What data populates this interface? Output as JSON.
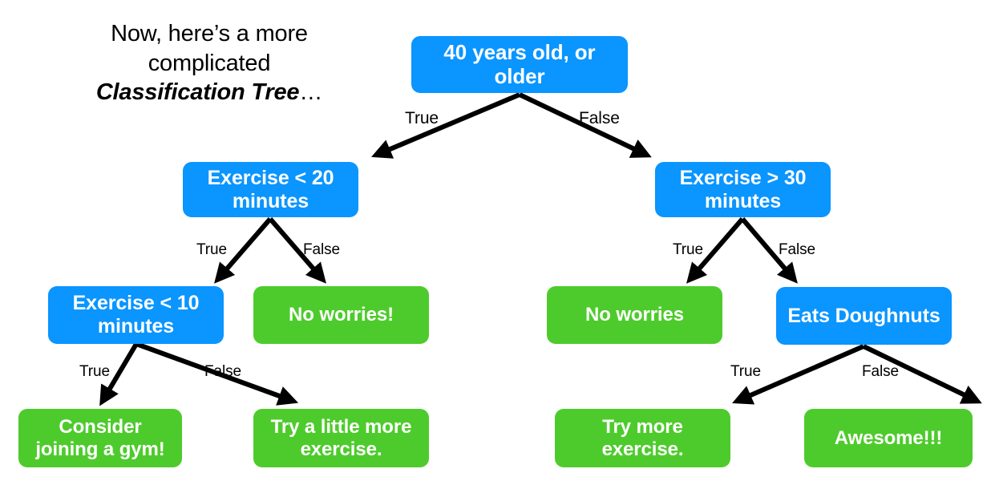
{
  "caption": {
    "line1": "Now, here’s a more",
    "line2": "complicated",
    "emphasis": "Classification Tree",
    "ellipsis": "…"
  },
  "colors": {
    "decision_node": "#0a95ff",
    "leaf_node": "#4ecb2c",
    "node_text": "#ffffff",
    "edge": "#000000",
    "background": "#ffffff"
  },
  "diagram": {
    "type": "classification-tree",
    "nodes": [
      {
        "id": "root",
        "label": "40 years old, or older",
        "kind": "decision"
      },
      {
        "id": "lvl2-left",
        "label": "Exercise < 20 minutes",
        "kind": "decision"
      },
      {
        "id": "lvl2-right",
        "label": "Exercise > 30 minutes",
        "kind": "decision"
      },
      {
        "id": "lvl3-a",
        "label": "Exercise < 10 minutes",
        "kind": "decision"
      },
      {
        "id": "lvl3-b",
        "label": "No worries!",
        "kind": "leaf"
      },
      {
        "id": "lvl3-c",
        "label": "No worries",
        "kind": "leaf"
      },
      {
        "id": "lvl3-d",
        "label": "Eats Doughnuts",
        "kind": "decision"
      },
      {
        "id": "lvl4-a",
        "label": "Consider joining a gym!",
        "kind": "leaf"
      },
      {
        "id": "lvl4-b",
        "label": "Try a little more exercise.",
        "kind": "leaf"
      },
      {
        "id": "lvl4-c",
        "label": "Try more exercise.",
        "kind": "leaf"
      },
      {
        "id": "lvl4-d",
        "label": "Awesome!!!",
        "kind": "leaf"
      }
    ],
    "node_text": {
      "root": {
        "line1": "40 years old, or older"
      },
      "lvl2_left": {
        "line1": "Exercise < 20",
        "line2": "minutes"
      },
      "lvl2_right": {
        "line1": "Exercise > 30",
        "line2": "minutes"
      },
      "lvl3_a": {
        "line1": "Exercise < 10",
        "line2": "minutes"
      },
      "lvl3_b": {
        "line1": "No worries!"
      },
      "lvl3_c": {
        "line1": "No worries"
      },
      "lvl3_d": {
        "line1": "Eats Doughnuts"
      },
      "lvl4_a": {
        "line1": "Consider",
        "line2": "joining a gym!"
      },
      "lvl4_b": {
        "line1": "Try a little more",
        "line2": "exercise."
      },
      "lvl4_c": {
        "line1": "Try more",
        "line2": "exercise."
      },
      "lvl4_d": {
        "line1": "Awesome!!!"
      }
    },
    "edges": [
      {
        "from": "root",
        "to": "lvl2-left",
        "label": "True"
      },
      {
        "from": "root",
        "to": "lvl2-right",
        "label": "False"
      },
      {
        "from": "lvl2-left",
        "to": "lvl3-a",
        "label": "True"
      },
      {
        "from": "lvl2-left",
        "to": "lvl3-b",
        "label": "False"
      },
      {
        "from": "lvl2-right",
        "to": "lvl3-c",
        "label": "True"
      },
      {
        "from": "lvl2-right",
        "to": "lvl3-d",
        "label": "False"
      },
      {
        "from": "lvl3-a",
        "to": "lvl4-a",
        "label": "True"
      },
      {
        "from": "lvl3-a",
        "to": "lvl4-b",
        "label": "False"
      },
      {
        "from": "lvl3-d",
        "to": "lvl4-c",
        "label": "True"
      },
      {
        "from": "lvl3-d",
        "to": "lvl4-d",
        "label": "False"
      }
    ],
    "edge_labels": {
      "root_true": "True",
      "root_false": "False",
      "l2l_true": "True",
      "l2l_false": "False",
      "l2r_true": "True",
      "l2r_false": "False",
      "l3a_true": "True",
      "l3a_false": "False",
      "l3d_true": "True",
      "l3d_false": "False"
    }
  }
}
